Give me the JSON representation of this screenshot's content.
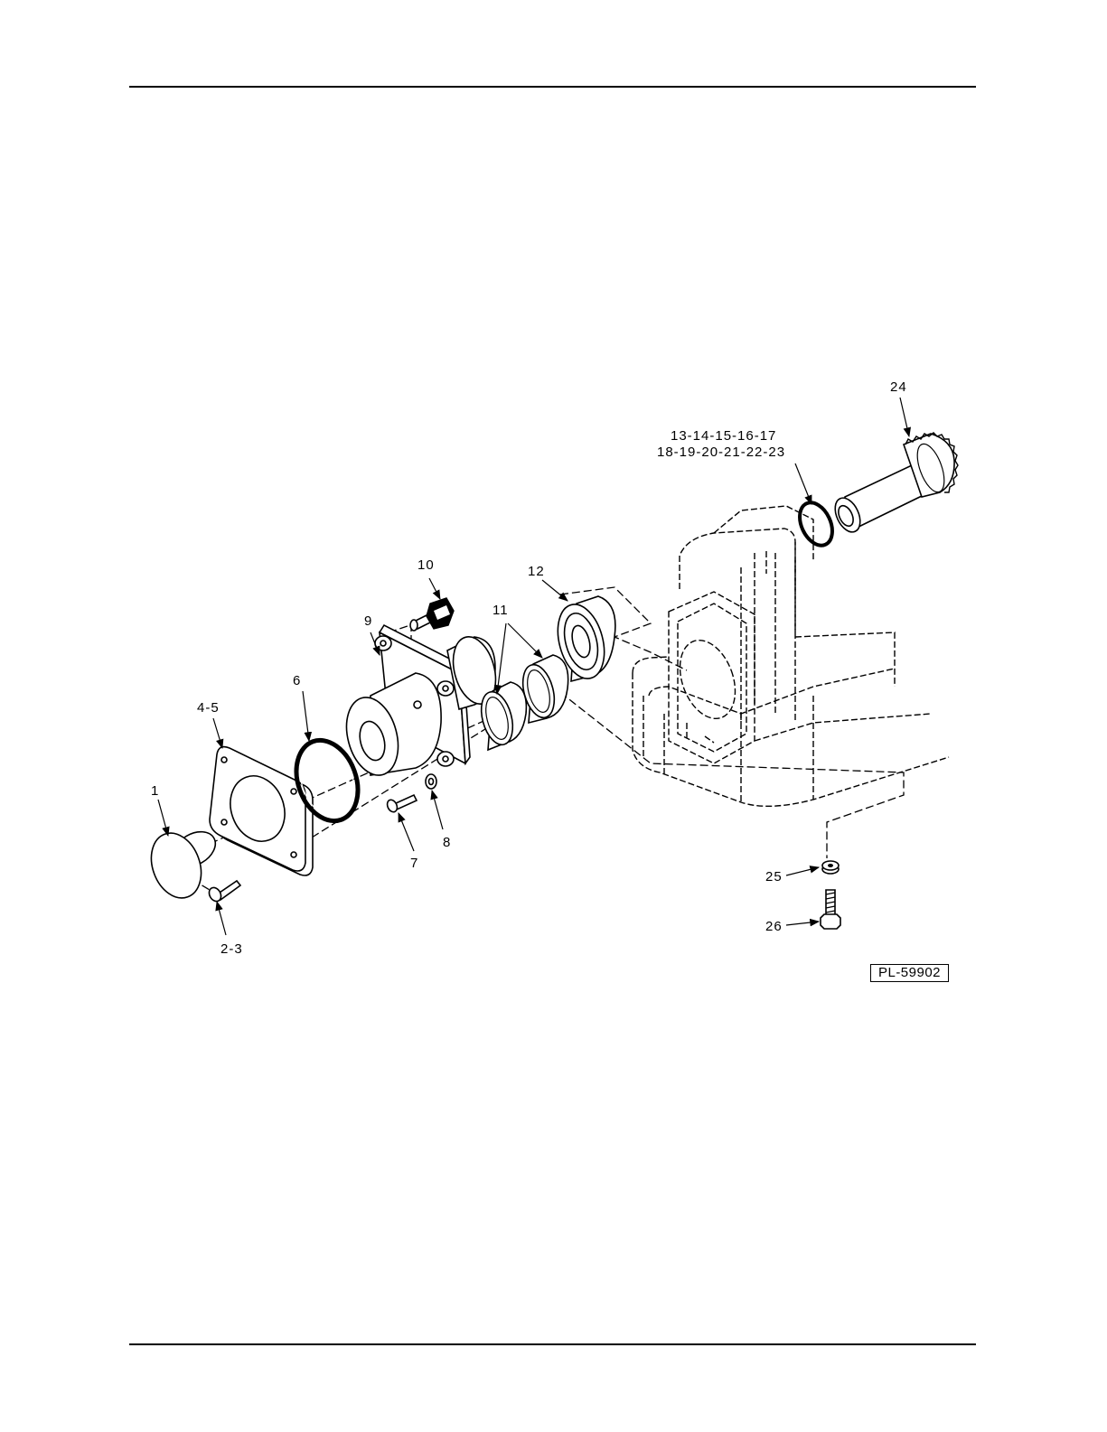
{
  "labels": {
    "p1": "1",
    "p2_3": "2-3",
    "p4_5": "4-5",
    "p6": "6",
    "p7": "7",
    "p8": "8",
    "p9": "9",
    "p10": "10",
    "p11": "11",
    "p12": "12",
    "p13_17": "13-14-15-16-17",
    "p18_23": "18-19-20-21-22-23",
    "p24": "24",
    "p25": "25",
    "p26": "26"
  },
  "figure_id": "PL-59902"
}
